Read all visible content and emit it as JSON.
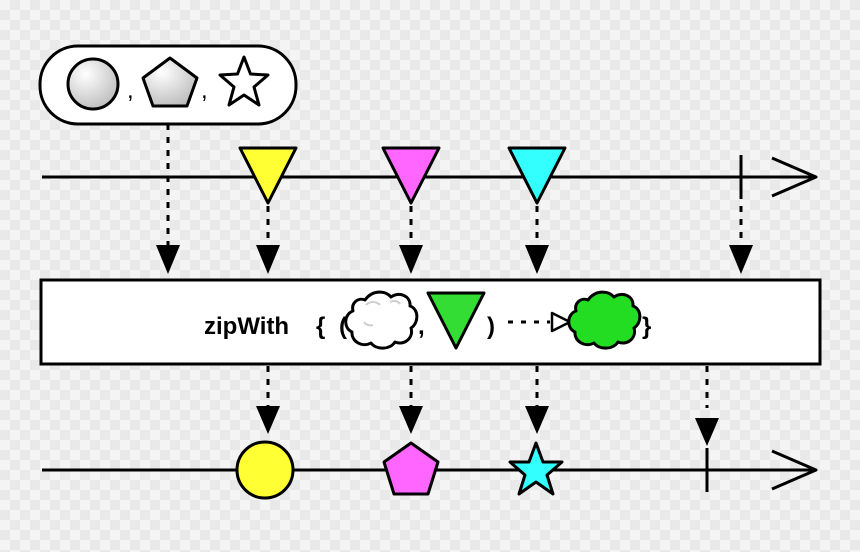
{
  "source": {
    "separator_1": ",",
    "separator_2": ",",
    "items": [
      "circle",
      "pentagon",
      "star"
    ]
  },
  "top_stream": {
    "items": [
      {
        "shape": "triangle-down",
        "color": "#ffff33"
      },
      {
        "shape": "triangle-down",
        "color": "#ff66ff"
      },
      {
        "shape": "triangle-down",
        "color": "#33ffff"
      }
    ],
    "completes": true
  },
  "operator": {
    "name": "zipWith",
    "open_brace": "{",
    "open_paren": "(",
    "comma": ",",
    "close_paren": ")",
    "close_brace": "}",
    "input_placeholder_color": "#ffffff",
    "input_triangle_color": "#33dd33",
    "output_cloud_color": "#22dd22"
  },
  "bottom_stream": {
    "items": [
      {
        "shape": "circle",
        "color": "#ffff33"
      },
      {
        "shape": "pentagon",
        "color": "#ff66ff"
      },
      {
        "shape": "star",
        "color": "#33ffff"
      }
    ],
    "completes": true
  }
}
